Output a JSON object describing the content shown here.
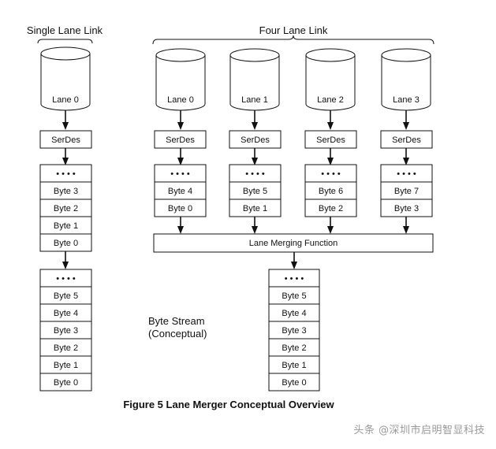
{
  "titles": {
    "single_lane_link": "Single Lane Link",
    "four_lane_link": "Four Lane Link"
  },
  "single": {
    "lane": "Lane 0",
    "serdes": "SerDes",
    "buffer": [
      "• • • •",
      "Byte 3",
      "Byte 2",
      "Byte 1",
      "Byte 0"
    ],
    "stream": [
      "• • • •",
      "Byte 5",
      "Byte 4",
      "Byte 3",
      "Byte 2",
      "Byte 1",
      "Byte 0"
    ]
  },
  "four": {
    "lanes": [
      {
        "lane": "Lane 0",
        "serdes": "SerDes",
        "buffer": [
          "• • • •",
          "Byte 4",
          "Byte 0"
        ]
      },
      {
        "lane": "Lane 1",
        "serdes": "SerDes",
        "buffer": [
          "• • • •",
          "Byte 5",
          "Byte 1"
        ]
      },
      {
        "lane": "Lane 2",
        "serdes": "SerDes",
        "buffer": [
          "• • • •",
          "Byte 6",
          "Byte 2"
        ]
      },
      {
        "lane": "Lane 3",
        "serdes": "SerDes",
        "buffer": [
          "• • • •",
          "Byte 7",
          "Byte 3"
        ]
      }
    ],
    "merge": "Lane Merging Function",
    "stream": [
      "• • • •",
      "Byte 5",
      "Byte 4",
      "Byte 3",
      "Byte 2",
      "Byte 1",
      "Byte 0"
    ]
  },
  "stream_label": [
    "Byte Stream",
    "(Conceptual)"
  ],
  "caption": "Figure 5 Lane Merger Conceptual Overview",
  "watermark": "头条 @深圳市启明智显科技"
}
